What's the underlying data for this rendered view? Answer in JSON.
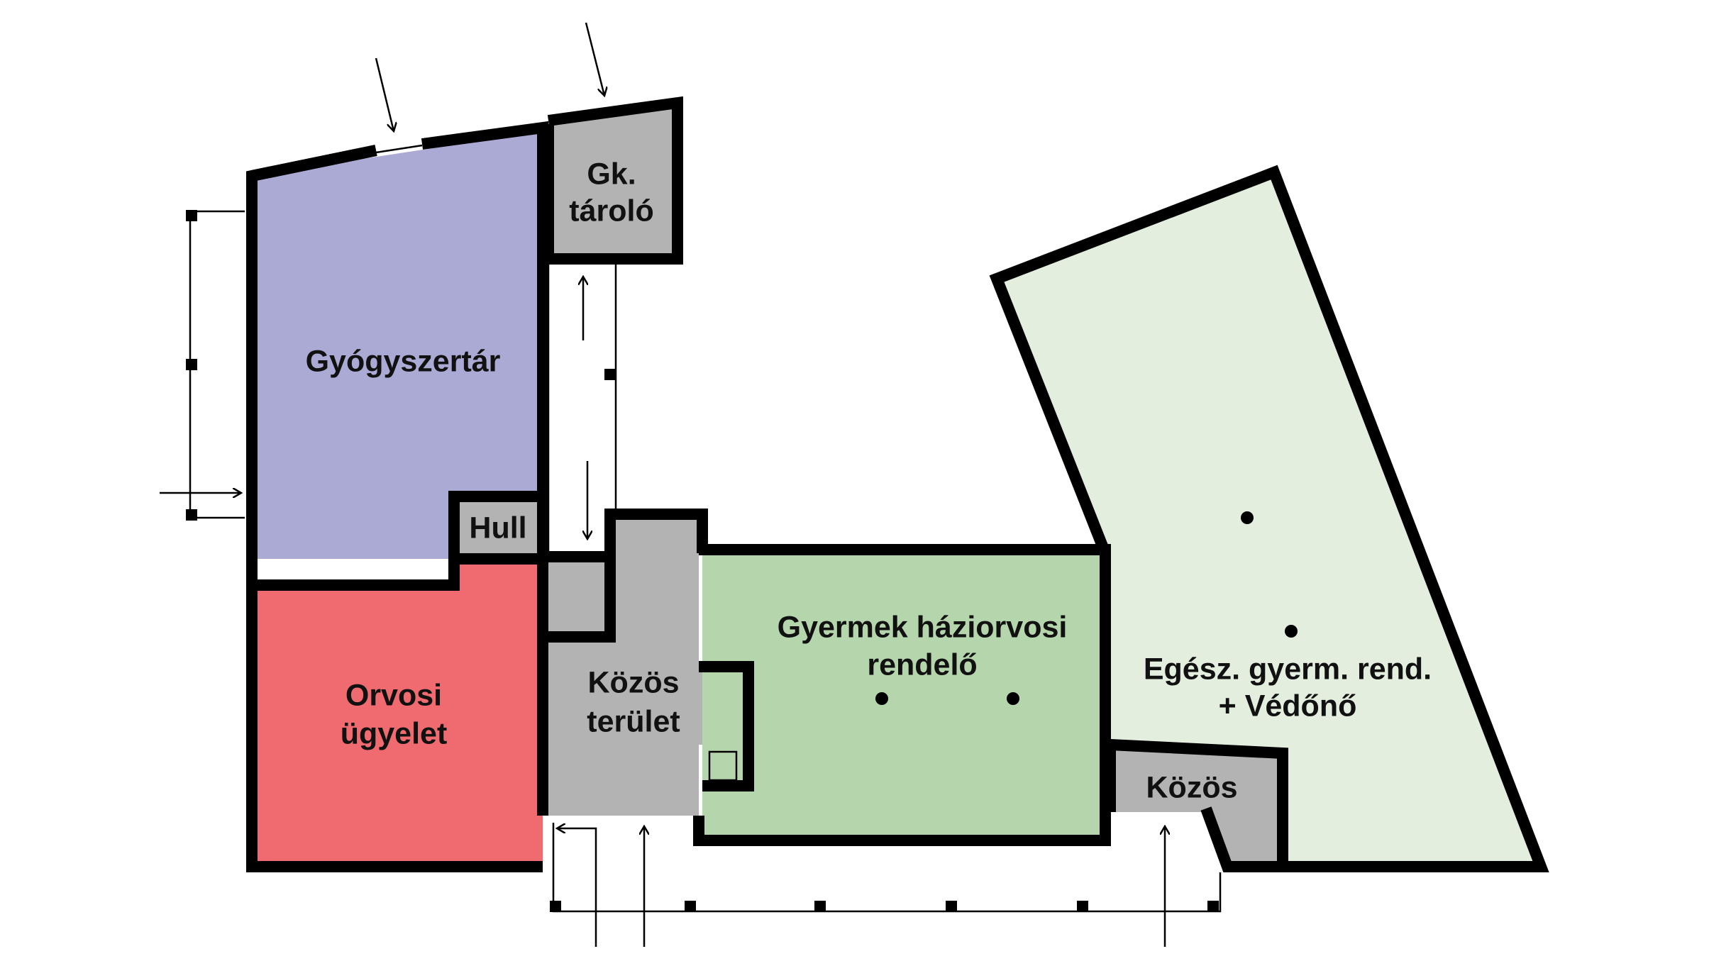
{
  "colors": {
    "pharmacy": "#abaad4",
    "medical_duty": "#ef6b70",
    "pediatric_gp": "#b5d5ad",
    "healthy_child": "#e3eedf",
    "common": "#b3b3b3",
    "wall": "#000000"
  },
  "rooms": {
    "storage": {
      "line1": "Gk.",
      "line2": "tároló"
    },
    "pharmacy": {
      "label": "Gyógyszertár"
    },
    "hull": {
      "label": "Hull"
    },
    "medical_duty": {
      "line1": "Orvosi",
      "line2": "ügyelet"
    },
    "common_area": {
      "line1": "Közös",
      "line2": "terület"
    },
    "pediatric_gp": {
      "line1": "Gyermek háziorvosi",
      "line2": "rendelő"
    },
    "healthy_child": {
      "line1": "Egész. gyerm. rend.",
      "line2": "+ Védőnő"
    },
    "common_small": {
      "label": "Közös"
    }
  },
  "icons": [
    "entrance-arrow-icon",
    "consultation-point-icon"
  ]
}
